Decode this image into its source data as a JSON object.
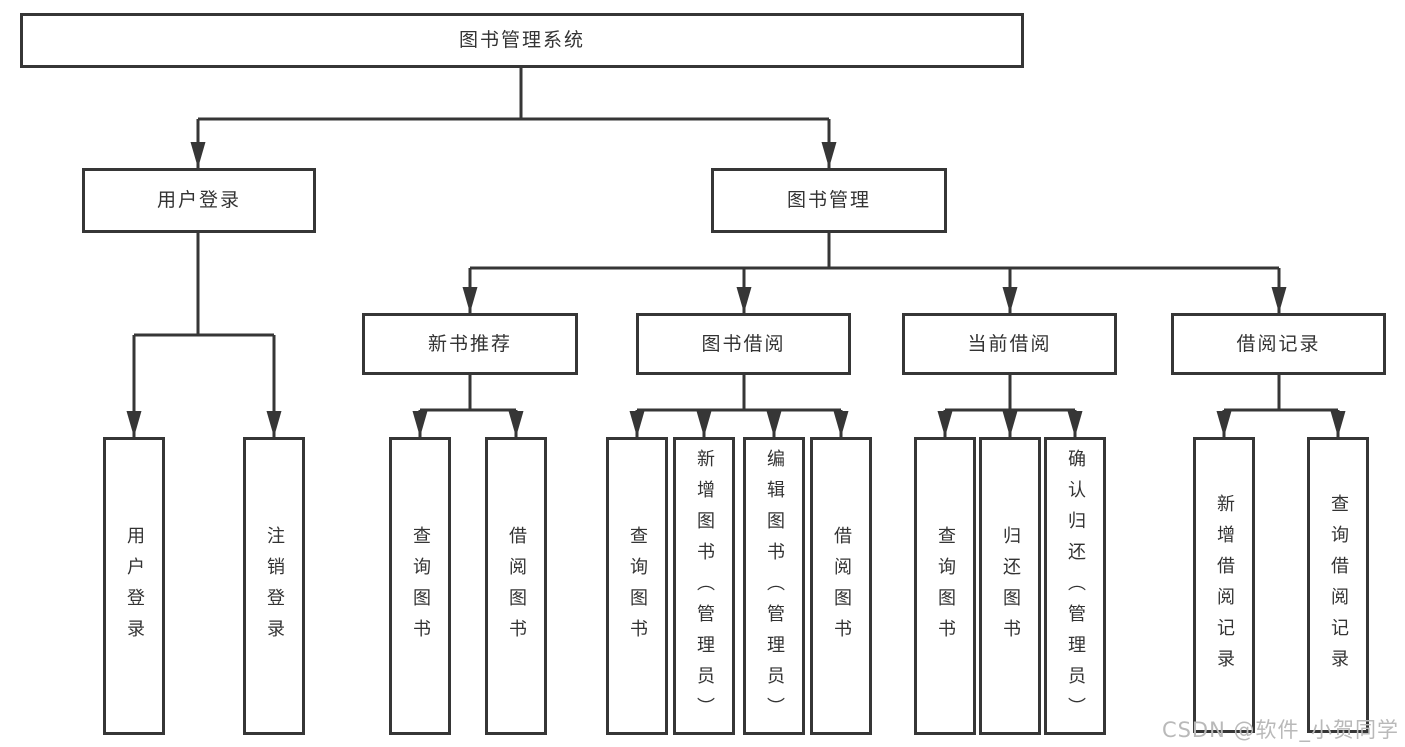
{
  "nodes": {
    "root": "图书管理系统",
    "user_login": "用户登录",
    "book_mgmt": "图书管理",
    "new_book_rec": "新书推荐",
    "book_borrow": "图书借阅",
    "current_borrow": "当前借阅",
    "borrow_record": "借阅记录",
    "user_login_leaf": "用户登录",
    "logout_leaf": "注销登录",
    "nb_query": "查询图书",
    "nb_borrow": "借阅图书",
    "bb_query": "查询图书",
    "bb_add": "新增图书（管理员）",
    "bb_edit": "编辑图书（管理员）",
    "bb_borrow": "借阅图书",
    "cb_query": "查询图书",
    "cb_return": "归还图书",
    "cb_confirm": "确认归还（管理员）",
    "br_add": "新增借阅记录",
    "br_query": "查询借阅记录"
  },
  "colors": {
    "line": "#363636",
    "text": "#333333",
    "watermark": "#b9b9b9"
  },
  "watermark": "CSDN @软件_小贺同学"
}
